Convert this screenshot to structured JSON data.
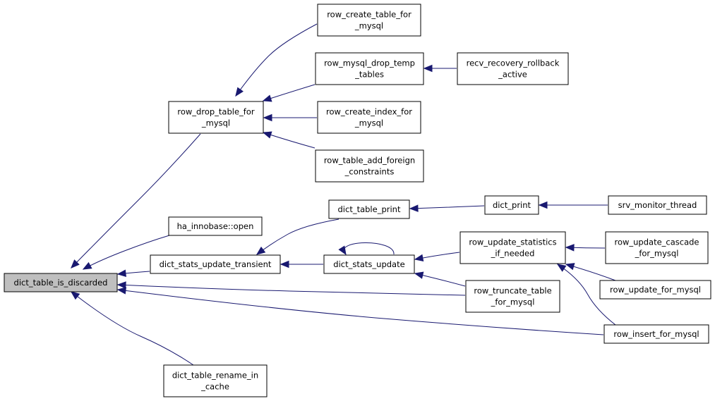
{
  "graph": {
    "root": "dict_table_is_discarded",
    "nodes": [
      {
        "id": "n_root",
        "lines": [
          "dict_table_is_discarded"
        ],
        "root": true
      },
      {
        "id": "n_row_drop",
        "lines": [
          "row_drop_table_for",
          "_mysql"
        ]
      },
      {
        "id": "n_ha_open",
        "lines": [
          "ha_innobase::open"
        ]
      },
      {
        "id": "n_stats_transient",
        "lines": [
          "dict_stats_update_transient"
        ]
      },
      {
        "id": "n_rename_cache",
        "lines": [
          "dict_table_rename_in",
          "_cache"
        ]
      },
      {
        "id": "n_create_table",
        "lines": [
          "row_create_table_for",
          "_mysql"
        ]
      },
      {
        "id": "n_drop_temp",
        "lines": [
          "row_mysql_drop_temp",
          "_tables"
        ]
      },
      {
        "id": "n_create_index",
        "lines": [
          "row_create_index_for",
          "_mysql"
        ]
      },
      {
        "id": "n_add_foreign",
        "lines": [
          "row_table_add_foreign",
          "_constraints"
        ]
      },
      {
        "id": "n_recv_rollback",
        "lines": [
          "recv_recovery_rollback",
          "_active"
        ]
      },
      {
        "id": "n_table_print",
        "lines": [
          "dict_table_print"
        ]
      },
      {
        "id": "n_stats_update",
        "lines": [
          "dict_stats_update"
        ]
      },
      {
        "id": "n_dict_print",
        "lines": [
          "dict_print"
        ]
      },
      {
        "id": "n_srv_monitor",
        "lines": [
          "srv_monitor_thread"
        ]
      },
      {
        "id": "n_row_upd_stats",
        "lines": [
          "row_update_statistics",
          "_if_needed"
        ]
      },
      {
        "id": "n_truncate",
        "lines": [
          "row_truncate_table",
          "_for_mysql"
        ]
      },
      {
        "id": "n_upd_cascade",
        "lines": [
          "row_update_cascade",
          "_for_mysql"
        ]
      },
      {
        "id": "n_upd_mysql",
        "lines": [
          "row_update_for_mysql"
        ]
      },
      {
        "id": "n_insert_mysql",
        "lines": [
          "row_insert_for_mysql"
        ]
      }
    ],
    "edges": [
      {
        "from": "n_row_drop",
        "to": "n_root"
      },
      {
        "from": "n_ha_open",
        "to": "n_root"
      },
      {
        "from": "n_stats_transient",
        "to": "n_root"
      },
      {
        "from": "n_truncate",
        "to": "n_root"
      },
      {
        "from": "n_insert_mysql",
        "to": "n_root"
      },
      {
        "from": "n_rename_cache",
        "to": "n_root"
      },
      {
        "from": "n_create_table",
        "to": "n_row_drop"
      },
      {
        "from": "n_drop_temp",
        "to": "n_row_drop"
      },
      {
        "from": "n_create_index",
        "to": "n_row_drop"
      },
      {
        "from": "n_add_foreign",
        "to": "n_row_drop"
      },
      {
        "from": "n_recv_rollback",
        "to": "n_drop_temp"
      },
      {
        "from": "n_table_print",
        "to": "n_stats_transient"
      },
      {
        "from": "n_stats_update",
        "to": "n_stats_transient"
      },
      {
        "from": "n_dict_print",
        "to": "n_table_print"
      },
      {
        "from": "n_srv_monitor",
        "to": "n_dict_print"
      },
      {
        "from": "n_stats_update",
        "to": "n_stats_update"
      },
      {
        "from": "n_row_upd_stats",
        "to": "n_stats_update"
      },
      {
        "from": "n_truncate",
        "to": "n_stats_update"
      },
      {
        "from": "n_upd_cascade",
        "to": "n_row_upd_stats"
      },
      {
        "from": "n_upd_mysql",
        "to": "n_row_upd_stats"
      },
      {
        "from": "n_insert_mysql",
        "to": "n_row_upd_stats"
      }
    ]
  },
  "colors": {
    "edge": "#191970",
    "root_fill": "#bfbfbf",
    "node_fill": "#ffffff",
    "node_stroke": "#000000"
  }
}
